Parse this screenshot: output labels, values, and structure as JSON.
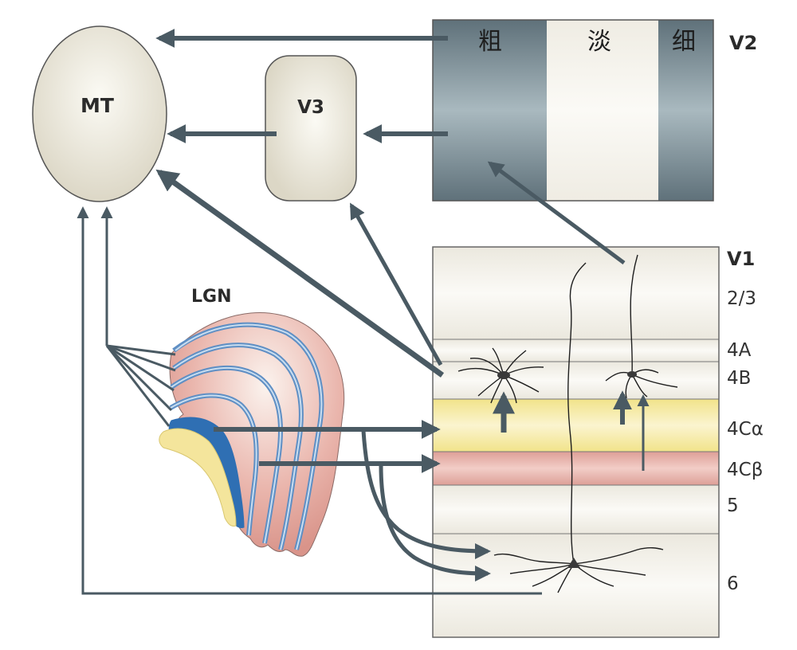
{
  "areas": {
    "mt": "MT",
    "v3": "V3",
    "v2": "V2",
    "v1": "V1",
    "lgn": "LGN"
  },
  "v2_stripes": {
    "thick": "粗",
    "pale": "淡",
    "thin": "细"
  },
  "v1_layers": [
    "2/3",
    "4A",
    "4B",
    "4Cα",
    "4Cβ",
    "5",
    "6"
  ],
  "colors": {
    "arrow": "#4a5a63",
    "v2_dark_stripe": "#6f838d",
    "v2_pale_stripe": "#f7f5ee",
    "layer_4c_alpha": "#f7eeb4",
    "layer_4c_beta": "#e9b8b0",
    "lgn_pink": "#e8a9a0",
    "lgn_blue": "#5f8fc4",
    "lgn_yellow": "#f4e59c"
  }
}
